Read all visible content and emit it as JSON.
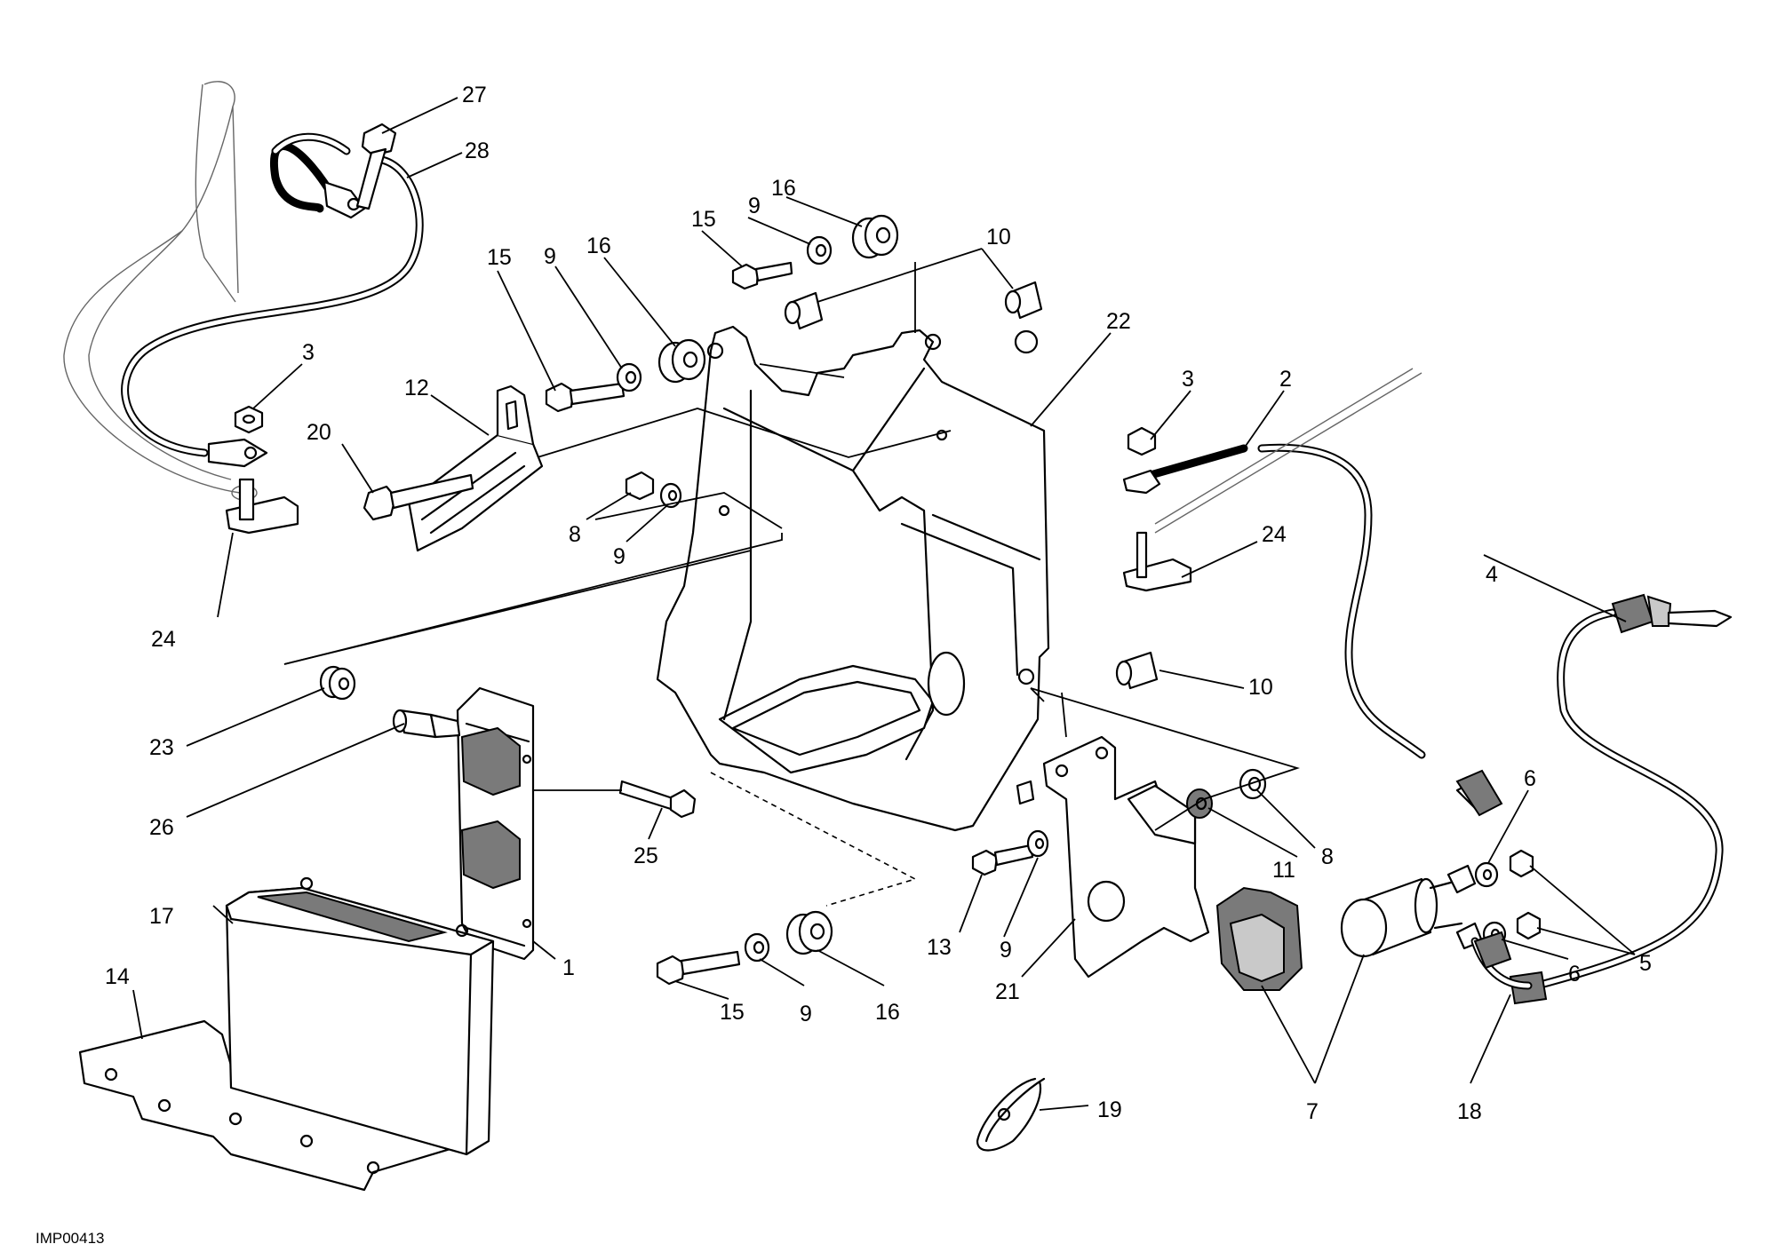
{
  "drawing_code": "IMP00413",
  "callouts": [
    {
      "id": "c27",
      "label": "27"
    },
    {
      "id": "c28",
      "label": "28"
    },
    {
      "id": "c3a",
      "label": "3"
    },
    {
      "id": "c20",
      "label": "20"
    },
    {
      "id": "c12",
      "label": "12"
    },
    {
      "id": "c24a",
      "label": "24"
    },
    {
      "id": "c15a",
      "label": "15"
    },
    {
      "id": "c9a",
      "label": "9"
    },
    {
      "id": "c16a",
      "label": "16"
    },
    {
      "id": "c15b",
      "label": "15"
    },
    {
      "id": "c9b",
      "label": "9"
    },
    {
      "id": "c16b",
      "label": "16"
    },
    {
      "id": "c10a",
      "label": "10"
    },
    {
      "id": "c22",
      "label": "22"
    },
    {
      "id": "c8a",
      "label": "8"
    },
    {
      "id": "c9c",
      "label": "9"
    },
    {
      "id": "c3b",
      "label": "3"
    },
    {
      "id": "c2",
      "label": "2"
    },
    {
      "id": "c24b",
      "label": "24"
    },
    {
      "id": "c4",
      "label": "4"
    },
    {
      "id": "c10b",
      "label": "10"
    },
    {
      "id": "c23",
      "label": "23"
    },
    {
      "id": "c26",
      "label": "26"
    },
    {
      "id": "c25",
      "label": "25"
    },
    {
      "id": "c1",
      "label": "1"
    },
    {
      "id": "c11",
      "label": "11"
    },
    {
      "id": "c8b",
      "label": "8"
    },
    {
      "id": "c6a",
      "label": "6"
    },
    {
      "id": "c5",
      "label": "5"
    },
    {
      "id": "c6b",
      "label": "6"
    },
    {
      "id": "c13",
      "label": "13"
    },
    {
      "id": "c9d",
      "label": "9"
    },
    {
      "id": "c21",
      "label": "21"
    },
    {
      "id": "c17",
      "label": "17"
    },
    {
      "id": "c14",
      "label": "14"
    },
    {
      "id": "c15c",
      "label": "15"
    },
    {
      "id": "c9e",
      "label": "9"
    },
    {
      "id": "c16c",
      "label": "16"
    },
    {
      "id": "c7",
      "label": "7"
    },
    {
      "id": "c18",
      "label": "18"
    },
    {
      "id": "c19",
      "label": "19"
    }
  ]
}
